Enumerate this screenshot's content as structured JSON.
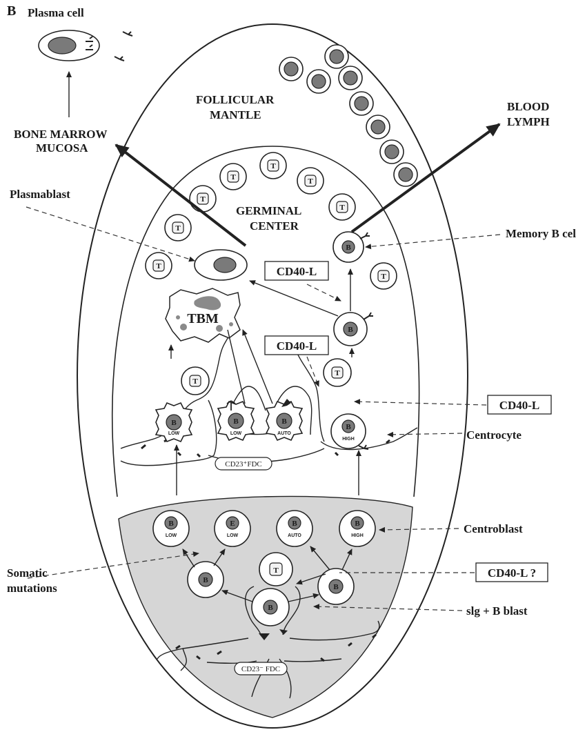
{
  "panel_letter": "B",
  "labels": {
    "plasma_cell": "Plasma cell",
    "bone_marrow": "BONE MARROW",
    "mucosa": "MUCOSA",
    "follicular": "FOLLICULAR",
    "mantle": "MANTLE",
    "blood": "BLOOD",
    "lymph": "LYMPH",
    "plasmablast": "Plasmablast",
    "germinal": "GERMINAL",
    "center": "CENTER",
    "memory_b_cell": "Memory  B cell",
    "tbm": "TBM",
    "cd40l_1": "CD40-L",
    "cd40l_2": "CD40-L",
    "cd40l_3": "CD40-L",
    "cd40l_q": "CD40-L ?",
    "centrocyte": "Centrocyte",
    "centroblast": "Centroblast",
    "somatic": "Somatic",
    "mutations": "mutations",
    "slg_blast": "slg + B blast",
    "cd23p_fdc": "CD23⁺FDC",
    "cd23m_fdc": "CD23⁻ FDC"
  },
  "cell_letters": {
    "t": "T",
    "b": "B",
    "e": "E"
  },
  "affinity": {
    "low": "LOW",
    "auto": "AUTO",
    "high": "HIGH"
  }
}
